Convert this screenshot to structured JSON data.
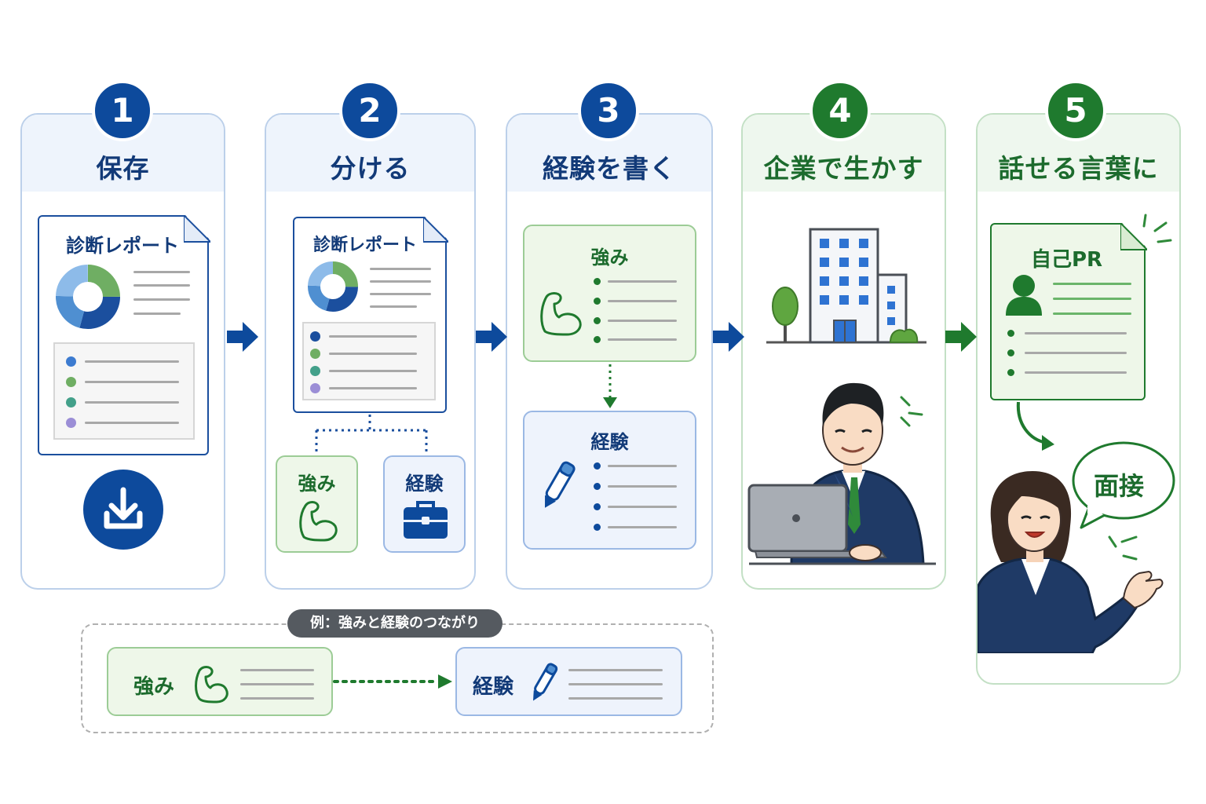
{
  "steps": [
    {
      "number": "1",
      "title": "保存"
    },
    {
      "number": "2",
      "title": "分ける"
    },
    {
      "number": "3",
      "title": "経験を書く"
    },
    {
      "number": "4",
      "title": "企業で生かす"
    },
    {
      "number": "5",
      "title": "話せる言葉に"
    }
  ],
  "step1": {
    "report_title": "診断レポート"
  },
  "step2": {
    "report_title": "診断レポート",
    "strength_label": "強み",
    "experience_label": "経験"
  },
  "step3": {
    "strength_label": "強み",
    "experience_label": "経験"
  },
  "step5": {
    "doc_title": "自己PR",
    "speech": "面接"
  },
  "example": {
    "label": "例：強みと経験のつながり",
    "strength": "強み",
    "experience": "経験"
  },
  "colors": {
    "navy": "#0d4a9c",
    "green": "#1f7a2e",
    "blue_border": "#bcd0ea",
    "green_border": "#c3e0c5"
  },
  "icons": [
    "download-icon",
    "muscle-arm-icon",
    "briefcase-icon",
    "pen-icon",
    "building-icon",
    "tree-icon",
    "person-icon",
    "laptop-icon"
  ]
}
